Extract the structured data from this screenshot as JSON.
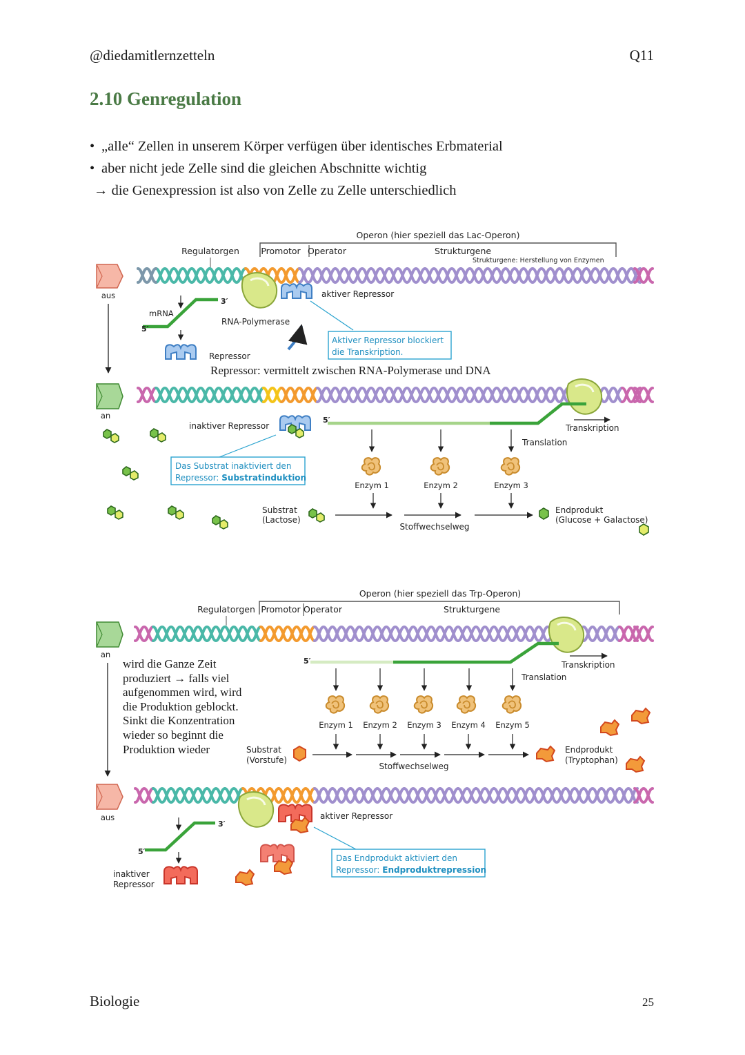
{
  "header": {
    "account": "@diedamitlernzetteln",
    "course": "Q11"
  },
  "title": "2.10 Genregulation",
  "bullets": [
    "„alle“ Zellen in unserem Körper verfügen über identisches Erbmaterial",
    "aber nicht jede Zelle sind die gleichen Abschnitte wichtig"
  ],
  "conclusion": "→ die Genexpression ist also von Zelle zu Zelle unterschiedlich",
  "lac": {
    "operon_title": "Operon (hier speziell das Lac-Operon)",
    "regulatorgen": "Regulatorgen",
    "promotor": "Promotor",
    "operator": "Operator",
    "strukturgene": "Strukturgene",
    "strukturgene_note": "Strukturgene: Herstellung von Enzymen",
    "state_off": "aus",
    "state_on": "an",
    "mrna": "mRNA",
    "three_prime": "3′",
    "five_prime": "5′",
    "rna_polymerase": "RNA-Polymerase",
    "active_repressor": "aktiver Repressor",
    "repressor": "Repressor",
    "box_blocks_1": "Aktiver Repressor blockiert",
    "box_blocks_2": "die Transkription.",
    "handwritten_note": "Repressor: vermittelt zwischen RNA-Polymerase und DNA",
    "inactive_repressor": "inaktiver Repressor",
    "transkription": "Transkription",
    "translation": "Translation",
    "box_induction_1": "Das Substrat inaktiviert den",
    "box_induction_2_plain": "Repressor: ",
    "box_induction_2_bold": "Substratinduktion",
    "enzymes": [
      "Enzym 1",
      "Enzym 2",
      "Enzym 3"
    ],
    "substrat_1": "Substrat",
    "substrat_2": "(Lactose)",
    "stoffwechselweg": "Stoffwechselweg",
    "endprodukt_1": "Endprodukt",
    "endprodukt_2": "(Glucose + Galactose)"
  },
  "trp": {
    "operon_title": "Operon (hier speziell das Trp-Operon)",
    "regulatorgen": "Regulatorgen",
    "promotor": "Promotor",
    "operator": "Operator",
    "strukturgene": "Strukturgene",
    "state_on": "an",
    "state_off": "aus",
    "note_lines": [
      "wird die Ganze Zeit",
      "produziert → falls viel",
      "aufgenommen wird, wird",
      "die Produktion geblockt.",
      "Sinkt die Konzentration",
      "wieder so beginnt die",
      "Produktion wieder"
    ],
    "five_prime": "5′",
    "three_prime": "3′",
    "transkription": "Transkription",
    "translation": "Translation",
    "enzymes": [
      "Enzym 1",
      "Enzym 2",
      "Enzym 3",
      "Enzym 4",
      "Enzym 5"
    ],
    "substrat_1": "Substrat",
    "substrat_2": "(Vorstufe)",
    "stoffwechselweg": "Stoffwechselweg",
    "endprodukt_1": "Endprodukt",
    "endprodukt_2": "(Tryptophan)",
    "active_repressor": "aktiver Repressor",
    "inactive_repressor_1": "inaktiver",
    "inactive_repressor_2": "Repressor",
    "box_repression_1": "Das Endprodukt aktiviert den",
    "box_repression_2_plain": "Repressor: ",
    "box_repression_2_bold": "Endproduktrepression"
  },
  "footer": {
    "subject": "Biologie",
    "page": "25"
  },
  "colors": {
    "title_green": "#4a7a45",
    "helix_teal": "#3fb3a6",
    "helix_orange": "#f08a24",
    "helix_purple": "#9a86c4",
    "helix_magenta": "#c35fa5",
    "mrna_green": "#4caf3a",
    "repressor_blue": "#6fa8de",
    "box_cyan": "#2aa3cf",
    "enzyme_orange": "#e0a44a",
    "trp_orange": "#f07a2a",
    "trp_red": "#e4523b",
    "polymerase_green": "#cfe07a"
  }
}
